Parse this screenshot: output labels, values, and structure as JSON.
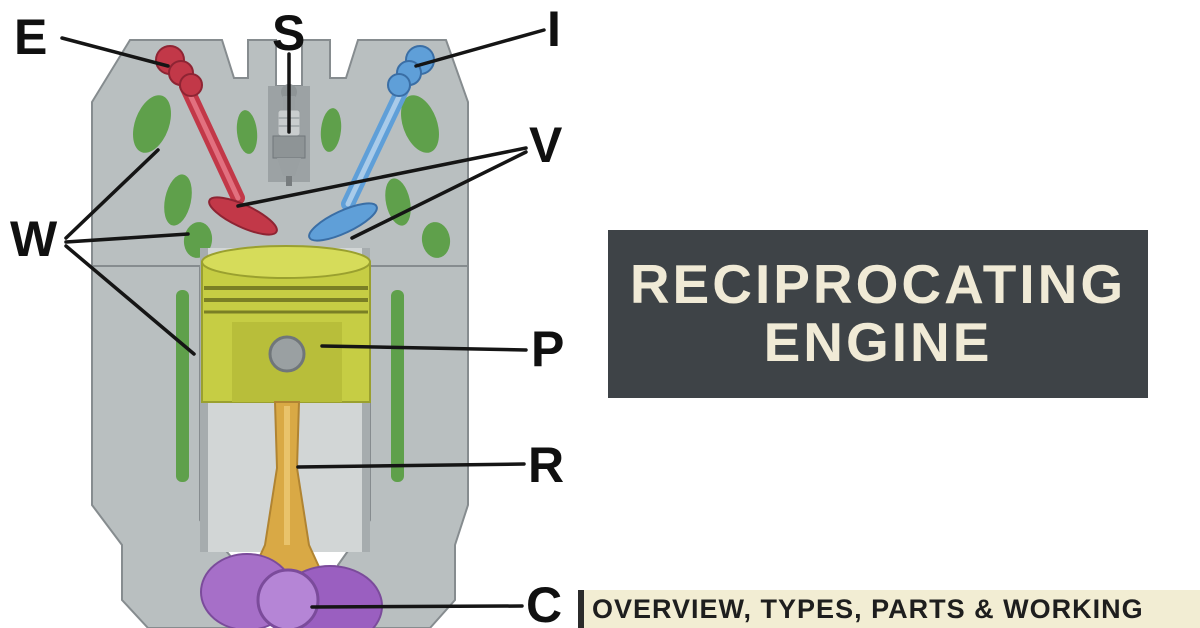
{
  "diagram": {
    "labels": [
      "E",
      "S",
      "I",
      "V",
      "W",
      "P",
      "R",
      "C"
    ],
    "colors": {
      "block": "#b9bfc0",
      "block_shadow": "#9ca2a4",
      "bore": "#d2d6d6",
      "coolant": "#5fa04b",
      "piston": "#c6cd44",
      "piston_dome": "#d6dc5a",
      "pin": "#9aa0a2",
      "rod": "#d9a945",
      "crank": "#a66fc8",
      "exhaust": "#c23848",
      "intake": "#5f9fd8",
      "pointer": "#151515",
      "label_text": "#101010"
    }
  },
  "banner": {
    "line1": "RECIPROCATING",
    "line2": "ENGINE",
    "bg": "#3e4347",
    "fg": "#f0ead6"
  },
  "footer": {
    "text": "OVERVIEW, TYPES, PARTS & WORKING",
    "bg": "#f2edd3",
    "fg": "#1e1e1e"
  }
}
